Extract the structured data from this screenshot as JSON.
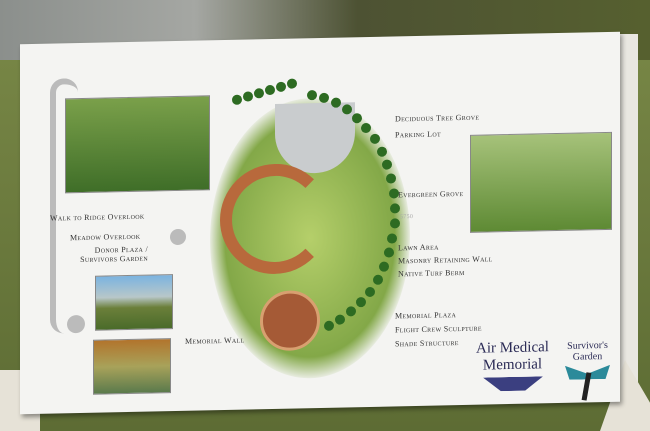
{
  "sign": {
    "labels": {
      "deciduous": "Deciduous Tree Grove",
      "parking": "Parking Lot",
      "evergreen": "Evergreen Grove",
      "lawn": "Lawn Area",
      "masonry": "Masonry Retaining Wall",
      "berm": "Native Turf Berm",
      "plaza": "Memorial Plaza",
      "sculpture": "Flight Crew Sculpture",
      "shade": "Shade Structure",
      "walk": "Walk to Ridge Overlook",
      "meadow": "Meadow Overlook",
      "donor": "Donor Plaza / Survivors Garden",
      "wall": "Memorial Wall"
    },
    "contour": "5750",
    "title_line1": "Air Medical",
    "title_line2": "Memorial",
    "garden_line1": "Survivor's",
    "garden_line2": "Garden",
    "colors": {
      "navy": "#2a2a55",
      "teal": "#2b8a9a",
      "grass": "#6a8f2c"
    }
  }
}
